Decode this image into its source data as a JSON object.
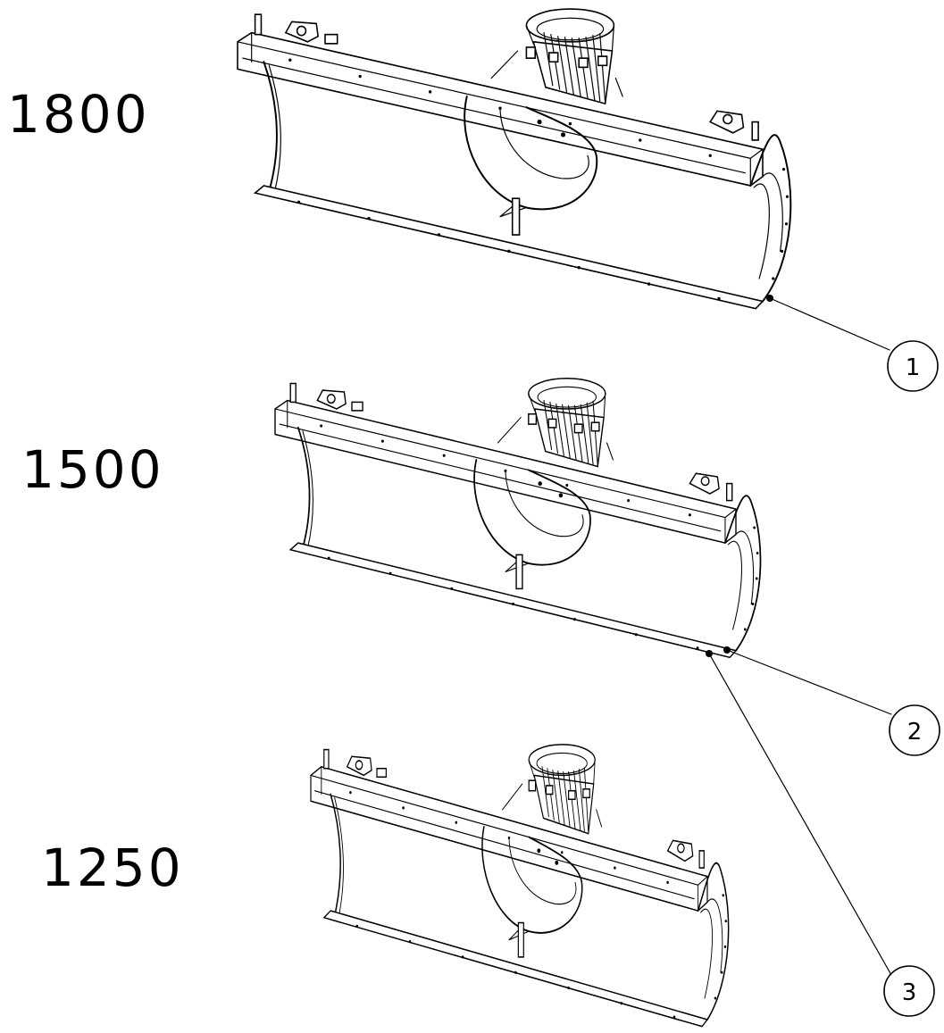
{
  "diagram": {
    "variants": [
      {
        "size_label": "1800",
        "callout": "1"
      },
      {
        "size_label": "1500",
        "callout": "2"
      },
      {
        "size_label": "1250",
        "callout": "3"
      }
    ]
  }
}
